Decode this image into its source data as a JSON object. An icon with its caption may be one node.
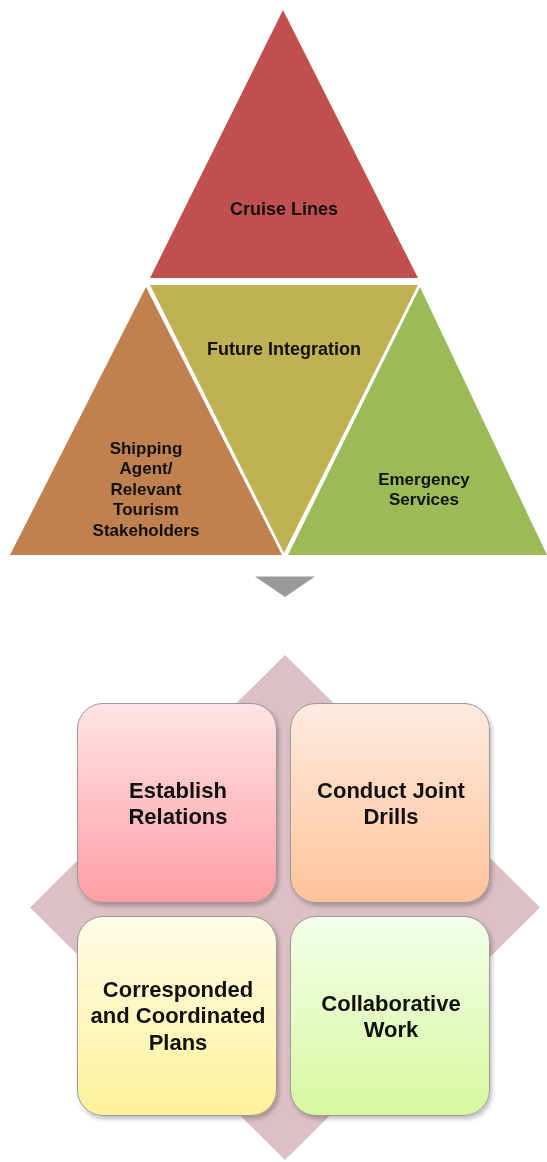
{
  "diagram": {
    "nodes": [
      {
        "text": [
          "Cruise Lines"
        ]
      },
      {
        "text": [
          "Future Integration"
        ]
      },
      {
        "text": [
          "Shipping Agent/ Relevant Tourism Stakeholders"
        ]
      },
      {
        "text": [
          "Emergency Services"
        ]
      },
      {
        "text": [],
        "shape": "diamond"
      },
      {
        "text": [
          "Establish Relations"
        ],
        "in": 4
      },
      {
        "text": [
          "Conduct Joint Drills"
        ],
        "in": 4
      },
      {
        "text": [
          "Corresponded and Coordinated Plans"
        ],
        "in": 4
      },
      {
        "text": [
          "Collaborative Work"
        ],
        "in": 4
      }
    ],
    "edges": [
      {
        "from": null,
        "to": 4,
        "arrow": "to"
      }
    ]
  }
}
